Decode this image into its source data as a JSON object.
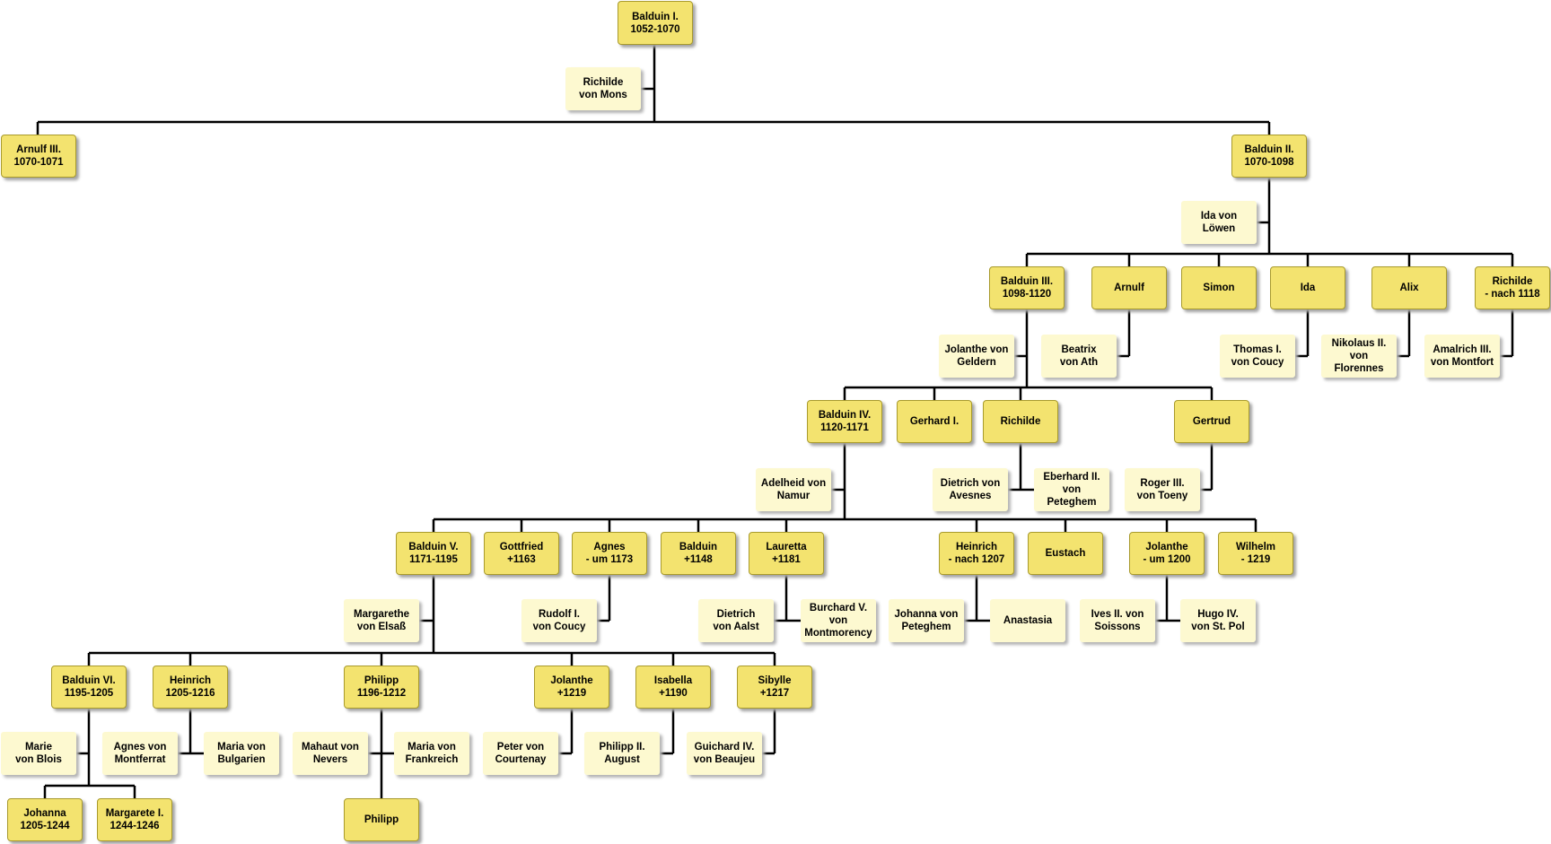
{
  "colors": {
    "ruler_fill": "#f3e36f",
    "spouse_fill": "#fdf9d0",
    "line": "#000000"
  },
  "people": [
    {
      "id": "balduin1",
      "kind": "ruler",
      "lines": [
        "Balduin I.",
        "1052-1070"
      ]
    },
    {
      "id": "richilde-mons",
      "kind": "spouse",
      "lines": [
        "Richilde",
        "von Mons"
      ]
    },
    {
      "id": "arnulf3",
      "kind": "ruler",
      "lines": [
        "Arnulf III.",
        "1070-1071"
      ]
    },
    {
      "id": "balduin2",
      "kind": "ruler",
      "lines": [
        "Balduin II.",
        "1070-1098"
      ]
    },
    {
      "id": "ida-loewen",
      "kind": "spouse",
      "lines": [
        "Ida von",
        "Löwen"
      ]
    },
    {
      "id": "balduin3",
      "kind": "ruler",
      "lines": [
        "Balduin III.",
        "1098-1120"
      ]
    },
    {
      "id": "arnulf",
      "kind": "ruler",
      "lines": [
        "Arnulf"
      ]
    },
    {
      "id": "simon",
      "kind": "ruler",
      "lines": [
        "Simon"
      ]
    },
    {
      "id": "ida",
      "kind": "ruler",
      "lines": [
        "Ida"
      ]
    },
    {
      "id": "alix",
      "kind": "ruler",
      "lines": [
        "Alix"
      ]
    },
    {
      "id": "richilde-1118",
      "kind": "ruler",
      "lines": [
        "Richilde",
        "- nach 1118"
      ]
    },
    {
      "id": "jolanthe-geldern",
      "kind": "spouse",
      "lines": [
        "Jolanthe von",
        "Geldern"
      ]
    },
    {
      "id": "beatrix-ath",
      "kind": "spouse",
      "lines": [
        "Beatrix",
        "von Ath"
      ]
    },
    {
      "id": "thomas-coucy",
      "kind": "spouse",
      "lines": [
        "Thomas I.",
        "von Coucy"
      ]
    },
    {
      "id": "nikolaus-florennes",
      "kind": "spouse",
      "lines": [
        "Nikolaus II.",
        "von",
        "Florennes"
      ]
    },
    {
      "id": "amalrich-montfort",
      "kind": "spouse",
      "lines": [
        "Amalrich III.",
        "von Montfort"
      ]
    },
    {
      "id": "balduin4",
      "kind": "ruler",
      "lines": [
        "Balduin IV.",
        "1120-1171"
      ]
    },
    {
      "id": "gerhard1",
      "kind": "ruler",
      "lines": [
        "Gerhard I."
      ]
    },
    {
      "id": "richilde2",
      "kind": "ruler",
      "lines": [
        "Richilde"
      ]
    },
    {
      "id": "gertrud",
      "kind": "ruler",
      "lines": [
        "Gertrud"
      ]
    },
    {
      "id": "adelheid-namur",
      "kind": "spouse",
      "lines": [
        "Adelheid von",
        "Namur"
      ]
    },
    {
      "id": "dietrich-avesnes",
      "kind": "spouse",
      "lines": [
        "Dietrich von",
        "Avesnes"
      ]
    },
    {
      "id": "eberhard-peteghem",
      "kind": "spouse",
      "lines": [
        "Eberhard II.",
        "von",
        "Peteghem"
      ]
    },
    {
      "id": "roger-toeny",
      "kind": "spouse",
      "lines": [
        "Roger III.",
        "von Toeny"
      ]
    },
    {
      "id": "balduin5",
      "kind": "ruler",
      "lines": [
        "Balduin V.",
        "1171-1195"
      ]
    },
    {
      "id": "gottfried",
      "kind": "ruler",
      "lines": [
        "Gottfried",
        "+1163"
      ]
    },
    {
      "id": "agnes",
      "kind": "ruler",
      "lines": [
        "Agnes",
        "- um 1173"
      ]
    },
    {
      "id": "balduin-1148",
      "kind": "ruler",
      "lines": [
        "Balduin",
        "+1148"
      ]
    },
    {
      "id": "lauretta",
      "kind": "ruler",
      "lines": [
        "Lauretta",
        "+1181"
      ]
    },
    {
      "id": "heinrich-1207",
      "kind": "ruler",
      "lines": [
        "Heinrich",
        "- nach 1207"
      ]
    },
    {
      "id": "eustach",
      "kind": "ruler",
      "lines": [
        "Eustach"
      ]
    },
    {
      "id": "jolanthe-1200",
      "kind": "ruler",
      "lines": [
        "Jolanthe",
        "- um 1200"
      ]
    },
    {
      "id": "wilhelm",
      "kind": "ruler",
      "lines": [
        "Wilhelm",
        "- 1219"
      ]
    },
    {
      "id": "margarethe-elsass",
      "kind": "spouse",
      "lines": [
        "Margarethe",
        "von Elsaß"
      ]
    },
    {
      "id": "rudolf-coucy",
      "kind": "spouse",
      "lines": [
        "Rudolf I.",
        "von Coucy"
      ]
    },
    {
      "id": "dietrich-aalst",
      "kind": "spouse",
      "lines": [
        "Dietrich",
        "von Aalst"
      ]
    },
    {
      "id": "burchard-montmorency",
      "kind": "spouse",
      "lines": [
        "Burchard V.",
        "von",
        "Montmorency"
      ]
    },
    {
      "id": "johanna-peteghem",
      "kind": "spouse",
      "lines": [
        "Johanna von",
        "Peteghem"
      ]
    },
    {
      "id": "anastasia",
      "kind": "spouse",
      "lines": [
        "Anastasia"
      ]
    },
    {
      "id": "ives-soissons",
      "kind": "spouse",
      "lines": [
        "Ives II. von",
        "Soissons"
      ]
    },
    {
      "id": "hugo-stpol",
      "kind": "spouse",
      "lines": [
        "Hugo IV.",
        "von St. Pol"
      ]
    },
    {
      "id": "balduin6",
      "kind": "ruler",
      "lines": [
        "Balduin VI.",
        "1195-1205"
      ]
    },
    {
      "id": "heinrich-1205",
      "kind": "ruler",
      "lines": [
        "Heinrich",
        "1205-1216"
      ]
    },
    {
      "id": "philipp-1196",
      "kind": "ruler",
      "lines": [
        "Philipp",
        "1196-1212"
      ]
    },
    {
      "id": "jolanthe-1219",
      "kind": "ruler",
      "lines": [
        "Jolanthe",
        "+1219"
      ]
    },
    {
      "id": "isabella",
      "kind": "ruler",
      "lines": [
        "Isabella",
        "+1190"
      ]
    },
    {
      "id": "sibylle",
      "kind": "ruler",
      "lines": [
        "Sibylle",
        "+1217"
      ]
    },
    {
      "id": "marie-blois",
      "kind": "spouse",
      "lines": [
        "Marie",
        "von Blois"
      ]
    },
    {
      "id": "agnes-montferrat",
      "kind": "spouse",
      "lines": [
        "Agnes von",
        "Montferrat"
      ]
    },
    {
      "id": "maria-bulgarien",
      "kind": "spouse",
      "lines": [
        "Maria von",
        "Bulgarien"
      ]
    },
    {
      "id": "mahaut-nevers",
      "kind": "spouse",
      "lines": [
        "Mahaut von",
        "Nevers"
      ]
    },
    {
      "id": "maria-frankreich",
      "kind": "spouse",
      "lines": [
        "Maria von",
        "Frankreich"
      ]
    },
    {
      "id": "peter-courtenay",
      "kind": "spouse",
      "lines": [
        "Peter von",
        "Courtenay"
      ]
    },
    {
      "id": "philipp-august",
      "kind": "spouse",
      "lines": [
        "Philipp II.",
        "August"
      ]
    },
    {
      "id": "guichard-beaujeu",
      "kind": "spouse",
      "lines": [
        "Guichard IV.",
        "von Beaujeu"
      ]
    },
    {
      "id": "johanna",
      "kind": "ruler",
      "lines": [
        "Johanna",
        "1205-1244"
      ]
    },
    {
      "id": "margarete1",
      "kind": "ruler",
      "lines": [
        "Margarete I.",
        "1244-1246"
      ]
    },
    {
      "id": "philipp",
      "kind": "ruler",
      "lines": [
        "Philipp"
      ]
    }
  ]
}
